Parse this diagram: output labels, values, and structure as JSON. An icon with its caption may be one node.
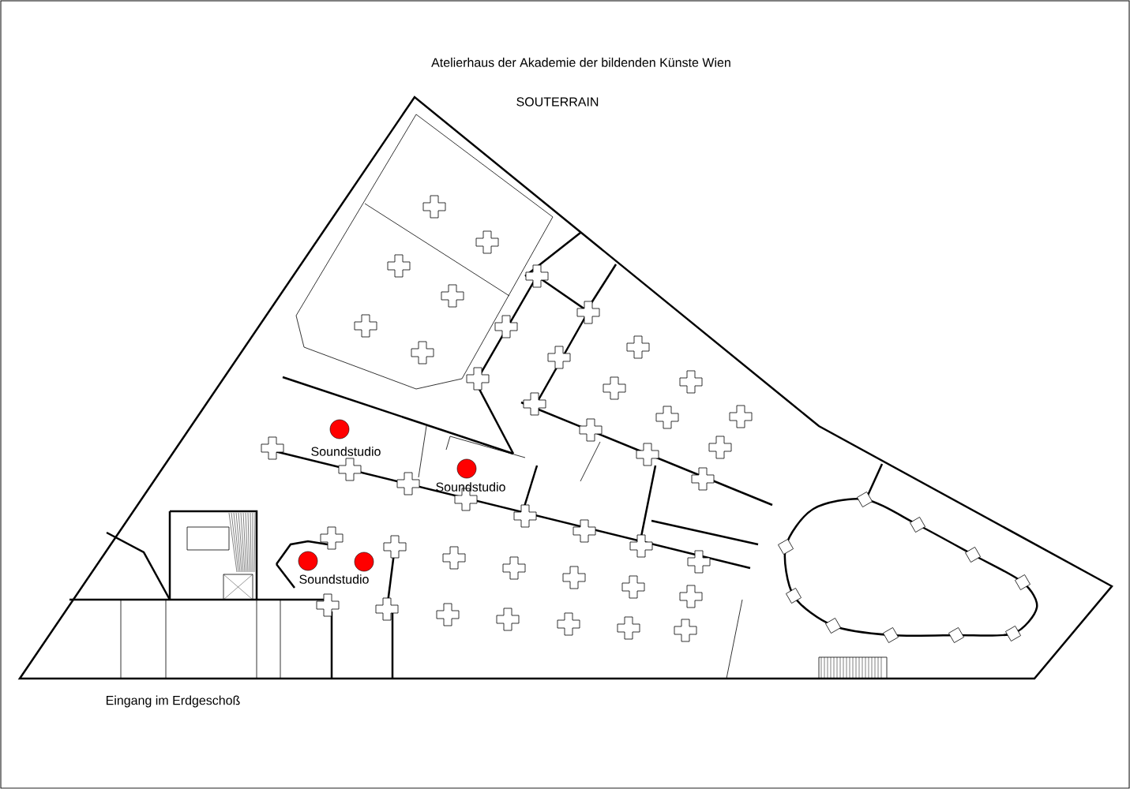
{
  "diagram": {
    "title": "Atelierhaus der Akademie der bildenden Künste Wien",
    "labels": [
      "SOUTERRAIN",
      "Soundstudio",
      "Soundstudio",
      "Soundstudio",
      "Eingang im Erdgeschoß"
    ]
  }
}
